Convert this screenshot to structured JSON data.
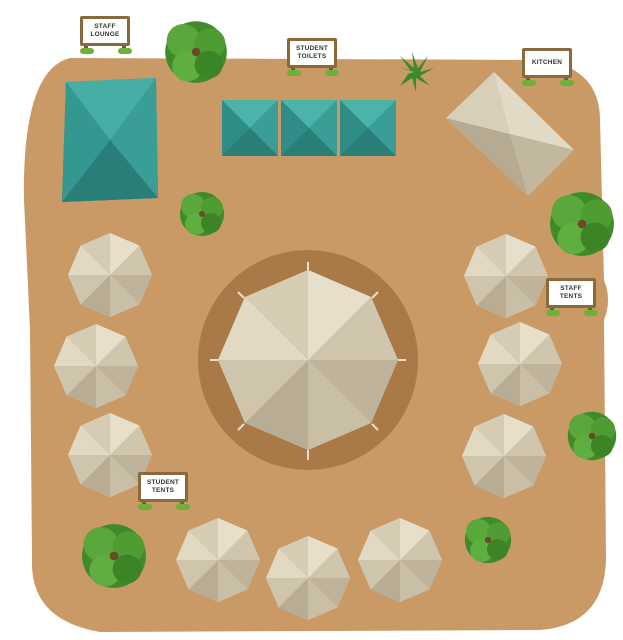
{
  "map": {
    "colors": {
      "ground": "#c99a66",
      "ground_shadow": "#a97a48",
      "teal_roof": "#3a9e96",
      "tent": "#d6cbb4",
      "tree": "#4e9a34"
    },
    "signs": {
      "staff_lounge": "STAFF LOUNGE",
      "student_toilets": "STUDENT TOILETS",
      "kitchen": "KITCHEN",
      "staff_tents": "STAFF TENTS",
      "student_tents": "STUDENT TENTS"
    }
  }
}
